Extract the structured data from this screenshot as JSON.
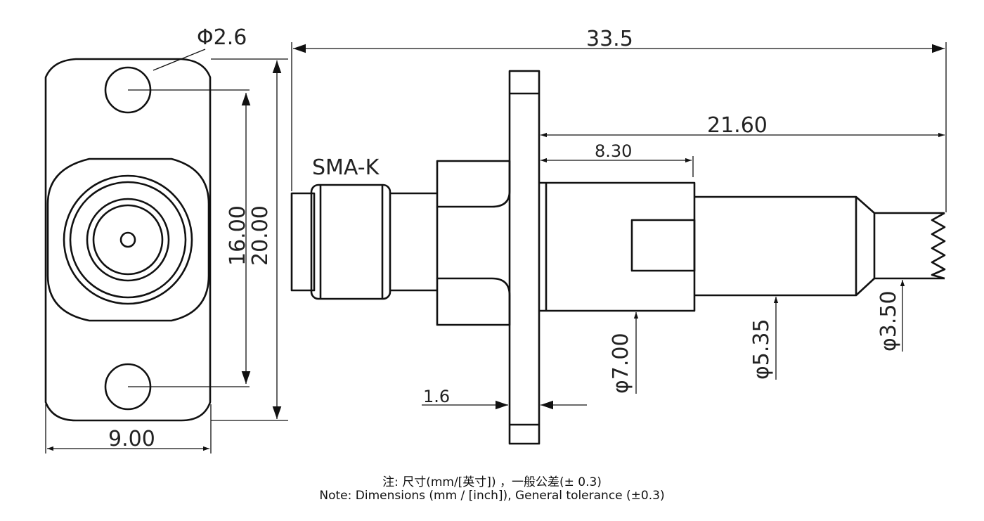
{
  "drawing": {
    "part_label": "SMA-K",
    "dims": {
      "hole_dia": "Φ2.6",
      "overall_length": "33.5",
      "front_length": "21.60",
      "body_length": "8.30",
      "flange_thickness": "1.6",
      "hole_spacing": "16.00",
      "flange_height": "20.00",
      "flange_width": "9.00",
      "dia_body": "φ7.00",
      "dia_mid": "φ5.35",
      "dia_tail": "φ3.50"
    }
  },
  "notes": {
    "cn": "注: 尺寸(mm/[英寸]) ，一般公差(± 0.3)",
    "en": "Note: Dimensions (mm / [inch]), General tolerance (±0.3)"
  }
}
